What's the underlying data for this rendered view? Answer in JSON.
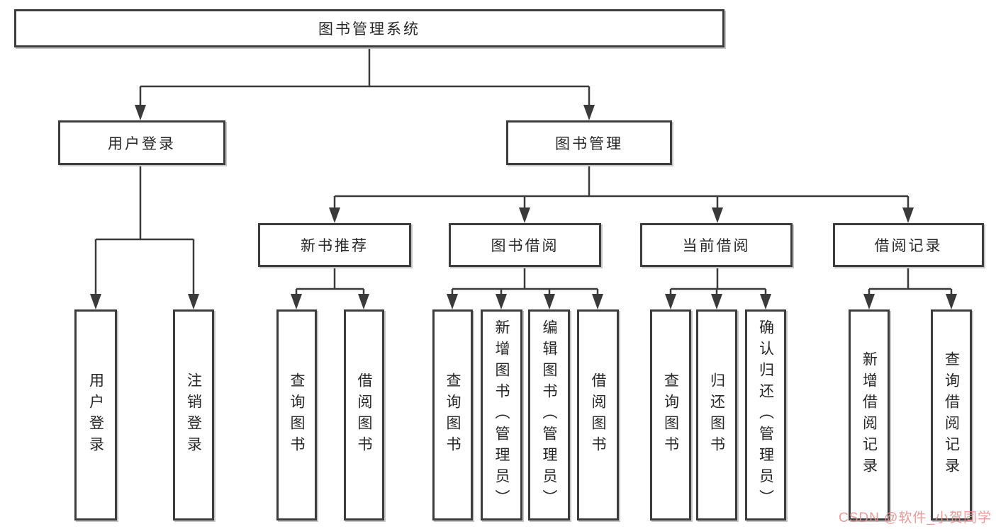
{
  "diagram": {
    "root": {
      "label": "图书管理系统"
    },
    "branches": [
      {
        "label": "用户登录",
        "children": [
          {
            "label": "用户登录"
          },
          {
            "label": "注销登录"
          }
        ]
      },
      {
        "label": "图书管理",
        "children": [
          {
            "label": "新书推荐",
            "children": [
              {
                "label": "查询图书"
              },
              {
                "label": "借阅图书"
              }
            ]
          },
          {
            "label": "图书借阅",
            "children": [
              {
                "label": "查询图书"
              },
              {
                "label": "新增图书（管理员）"
              },
              {
                "label": "编辑图书（管理员）"
              },
              {
                "label": "借阅图书"
              }
            ]
          },
          {
            "label": "当前借阅",
            "children": [
              {
                "label": "查询图书"
              },
              {
                "label": "归还图书"
              },
              {
                "label": "确认归还（管理员）"
              }
            ]
          },
          {
            "label": "借阅记录",
            "children": [
              {
                "label": "新增借阅记录"
              },
              {
                "label": "查询借阅记录"
              }
            ]
          }
        ]
      }
    ]
  },
  "watermark": {
    "text": "CSDN @软件_小贺同学"
  },
  "colors": {
    "background": "#ffffff",
    "line": "#3a3a3a",
    "box_border": "#3d3d3d",
    "text": "#262626",
    "watermark": "#e88b8b"
  }
}
